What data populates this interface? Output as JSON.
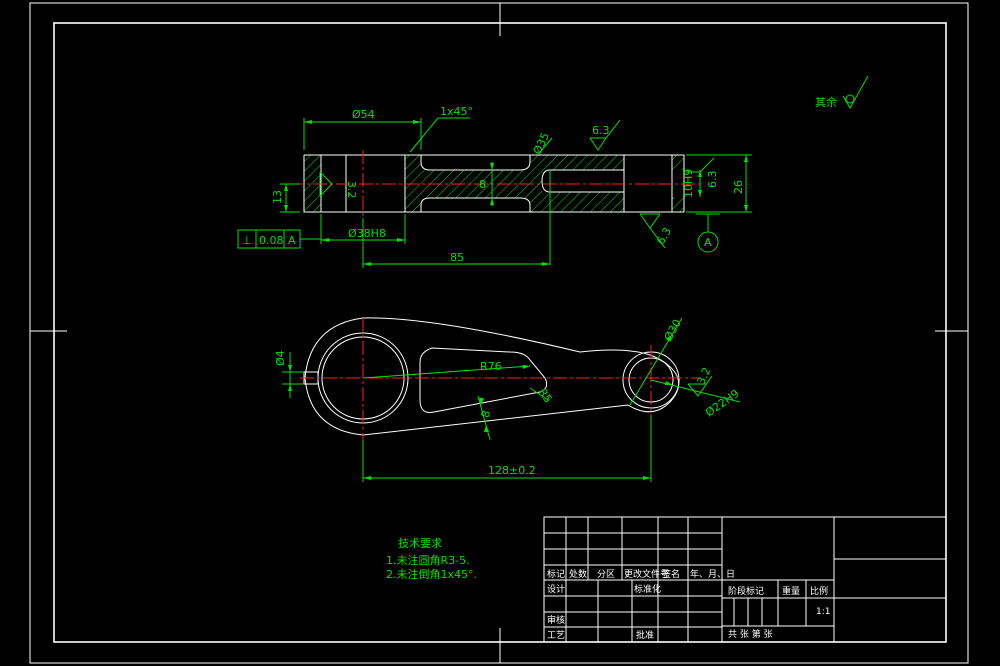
{
  "dimensions": {
    "dia54": "Ø54",
    "chamfer": "1x45°",
    "dia35": "Ø35",
    "rough_top": "6.3",
    "rough_left": "3.2",
    "dim_13": "13",
    "dia38": "Ø38H8",
    "dim_85": "85",
    "dim_8": "8",
    "dim_10h9": "10H9",
    "rough_right": "6.3",
    "dim_26": "26",
    "rough_bottom": "6.3",
    "datum": "A",
    "dia4": "Ø4",
    "r76": "R76",
    "r5": "R5",
    "dim_8b": "8",
    "dia30": "Ø30",
    "rough_hole": "3.2",
    "dia22": "Ø22H9",
    "dim_128": "128±0.2"
  },
  "tolerance": {
    "symbol": "⊥",
    "value": "0.08",
    "datum": "A"
  },
  "other_surfaces": {
    "label": "其余"
  },
  "technical_requirements": {
    "title": "技术要求",
    "items": [
      "1.未注圆角R3-5.",
      "2.未注倒角1x45°."
    ]
  },
  "title_block": {
    "row_headers": [
      "标记",
      "处数",
      "分区",
      "更改文件号",
      "签名",
      "年、月、日"
    ],
    "design": "设计",
    "standardize": "标准化",
    "review": "审核",
    "process": "工艺",
    "approve": "批准",
    "stage_mark": "阶段标记",
    "weight": "重量",
    "scale": "比例",
    "scale_value": "1:1",
    "sheets": "共   张   第   张"
  }
}
